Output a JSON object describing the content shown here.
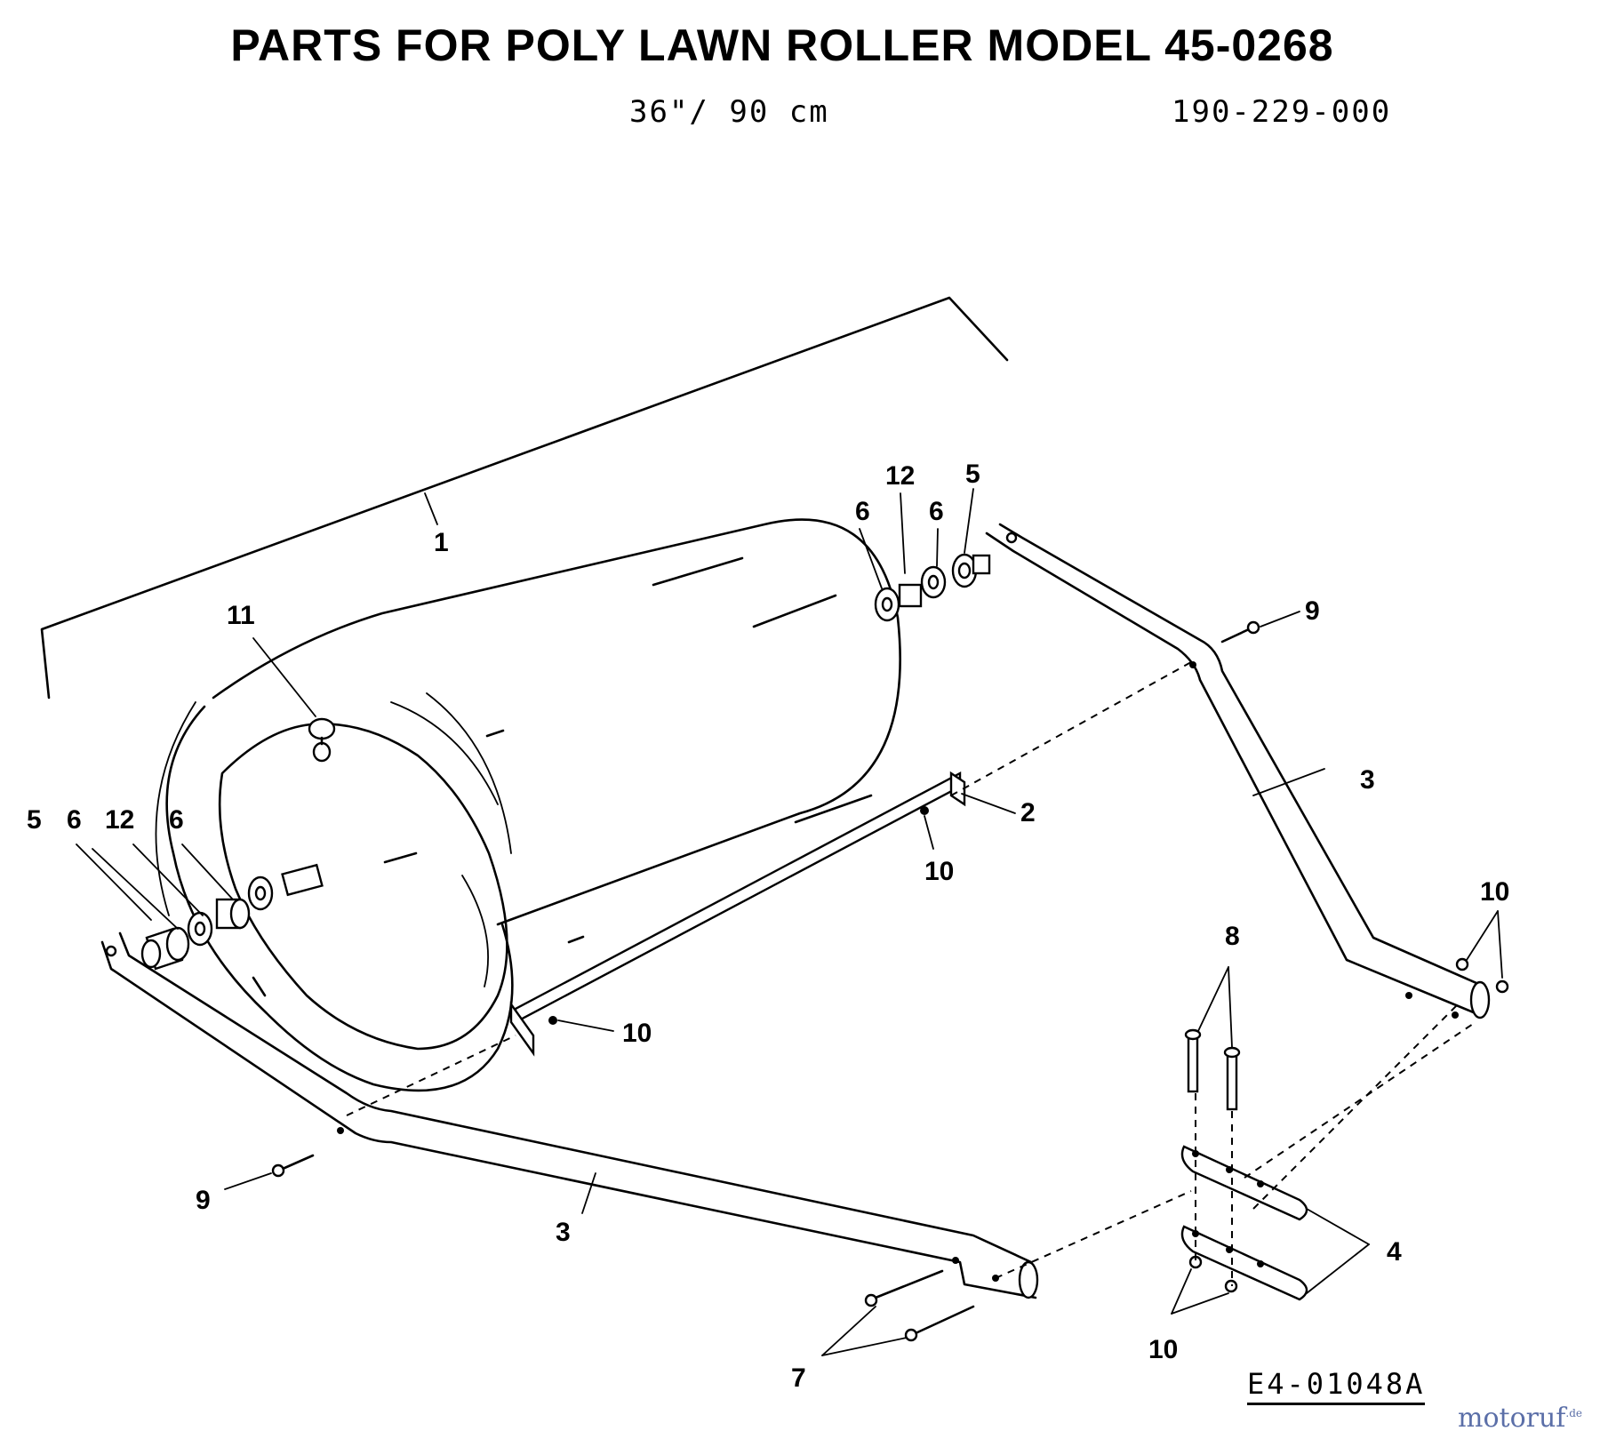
{
  "header": {
    "title": "PARTS FOR POLY LAWN ROLLER MODEL 45-0268",
    "size": "36\"/ 90 cm",
    "drawing_number": "190-229-000"
  },
  "callouts": {
    "c1": "1",
    "c2": "2",
    "c3_right": "3",
    "c3_left": "3",
    "c4": "4",
    "c5_left": "5",
    "c5_right": "5",
    "c6_left_a": "6",
    "c6_left_b": "6",
    "c6_right_a": "6",
    "c6_right_b": "6",
    "c7": "7",
    "c8": "8",
    "c9_left": "9",
    "c9_right": "9",
    "c10_drawbar_left": "10",
    "c10_drawbar_right": "10",
    "c10_handle_end": "10",
    "c10_plates": "10",
    "c11": "11",
    "c12_left": "12",
    "c12_right": "12"
  },
  "footer": {
    "reference_code": "E4-01048A",
    "watermark_main": "motoruf",
    "watermark_suffix": ".de"
  }
}
